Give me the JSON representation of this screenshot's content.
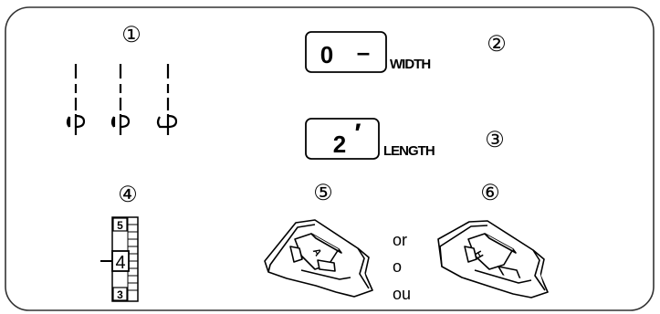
{
  "callouts": {
    "c1": "①",
    "c2": "②",
    "c3": "③",
    "c4": "④",
    "c5": "⑤",
    "c6": "⑥"
  },
  "width_display": {
    "value": "0",
    "dash": "–",
    "label": "WIDTH"
  },
  "length_display": {
    "value": "2",
    "mark": "′",
    "label": "LENGTH"
  },
  "tension_dial": {
    "upper": "5",
    "current": "4",
    "lower": "3"
  },
  "presser_feet": {
    "foot_a_letter": "A",
    "foot_h_letter": "H",
    "or_en": "or",
    "or_es": "o",
    "or_fr": "ou"
  },
  "colors": {
    "ink": "#000000",
    "background": "#ffffff",
    "frame": "#444444"
  }
}
